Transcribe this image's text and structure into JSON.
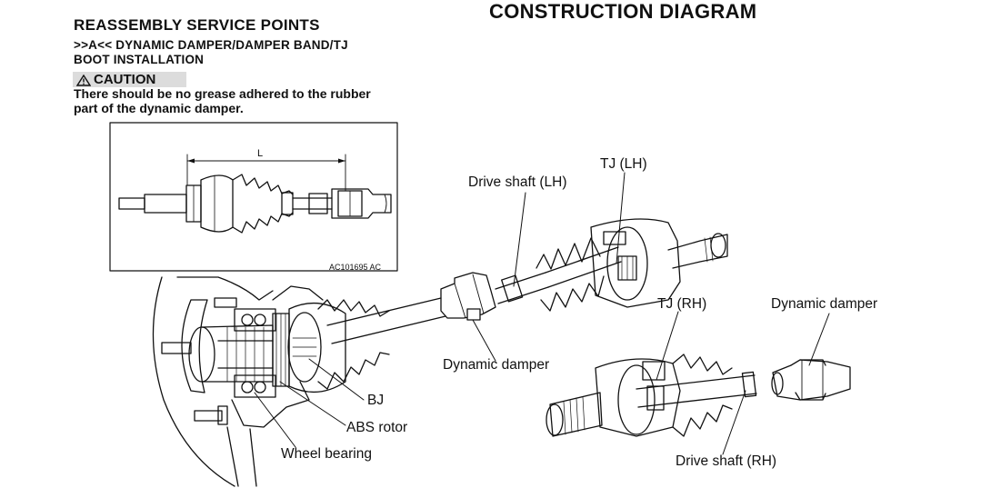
{
  "header": {
    "section_title": "REASSEMBLY SERVICE POINTS",
    "procedure_line1": ">>A<< DYNAMIC DAMPER/DAMPER BAND/TJ",
    "procedure_line2": "BOOT INSTALLATION",
    "caution_label": "CAUTION",
    "caution_text_line1": "There should be no grease adhered to the rubber",
    "caution_text_line2": "part of the dynamic damper.",
    "caution_icon": "warning-triangle-icon"
  },
  "diagram_title": "CONSTRUCTION DIAGRAM",
  "inset": {
    "dimension_label": "L",
    "figure_code": "AC101695 AC"
  },
  "labels": {
    "drive_shaft_lh": "Drive shaft (LH)",
    "tj_lh": "TJ (LH)",
    "tj_rh": "TJ (RH)",
    "dynamic_damper_right": "Dynamic damper",
    "dynamic_damper_center": "Dynamic damper",
    "bj": "BJ",
    "abs_rotor": "ABS rotor",
    "wheel_bearing": "Wheel bearing",
    "drive_shaft_rh": "Drive shaft (RH)"
  },
  "colors": {
    "line": "#111111",
    "caution_bg": "#dcdcdc",
    "background": "#ffffff"
  }
}
